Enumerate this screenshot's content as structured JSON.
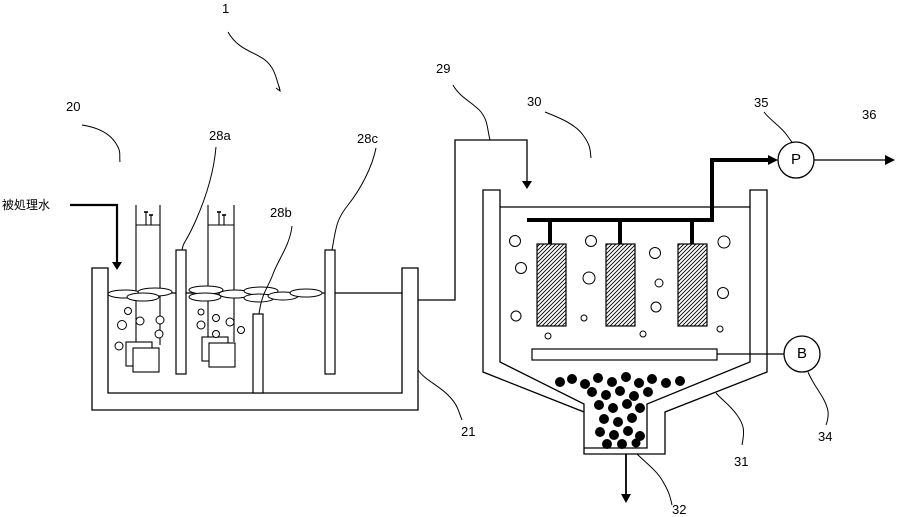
{
  "diagram": {
    "labels": {
      "system": "1",
      "tank": "20",
      "tank_wall": "21",
      "electrode_a": "28a",
      "electrode_b": "28b",
      "electrode_c": "28c",
      "pipe": "29",
      "reactor": "30",
      "hopper": "31",
      "sludge": "32",
      "blower": "34",
      "pump": "35",
      "outlet": "36"
    },
    "inlet_text": "被処理水",
    "pump_symbol": "P",
    "blower_symbol": "B"
  }
}
